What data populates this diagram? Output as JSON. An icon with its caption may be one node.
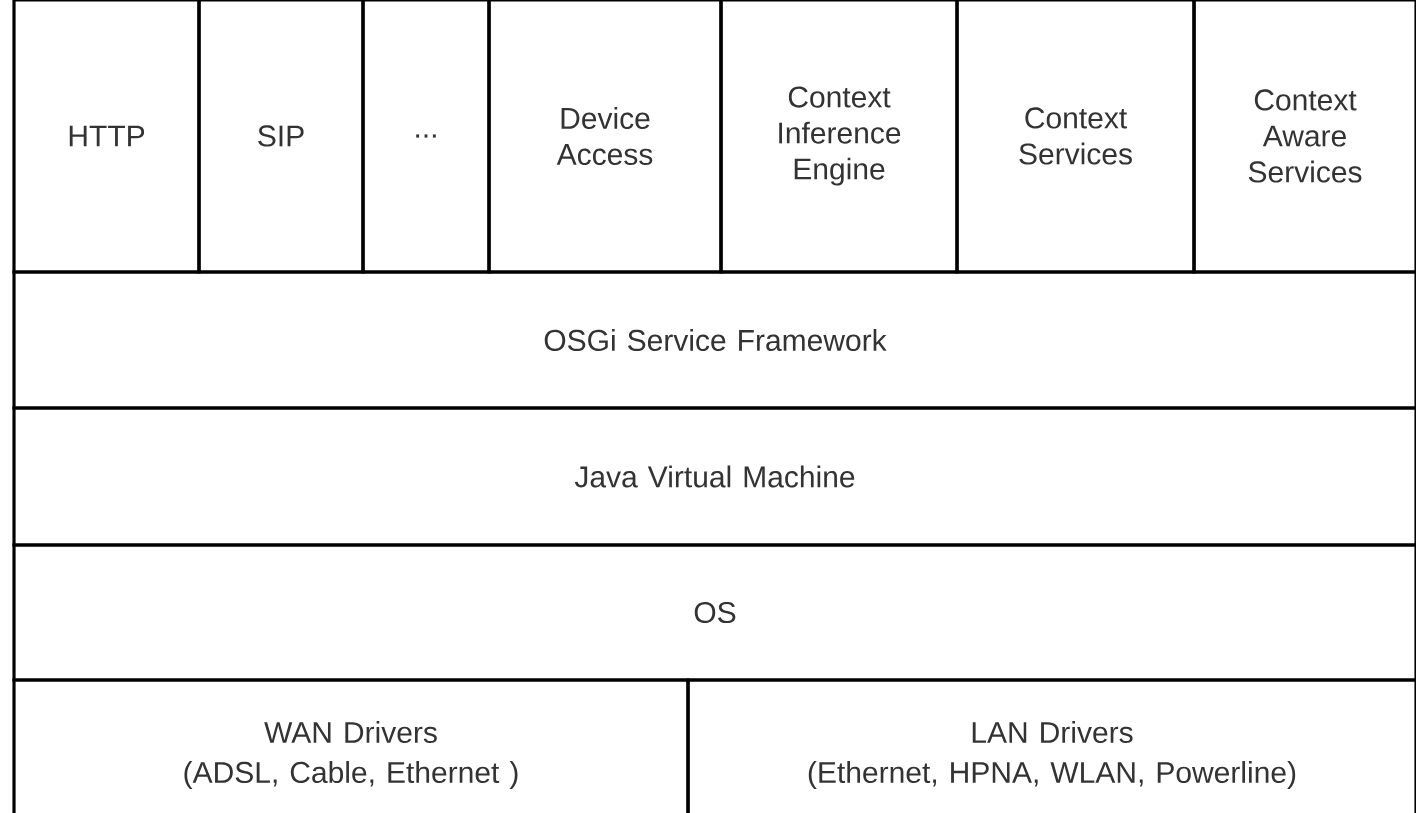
{
  "diagram": {
    "nodes": [
      {
        "text": [
          "HTTP"
        ]
      },
      {
        "text": [
          "SIP"
        ]
      },
      {
        "text": [
          "..."
        ]
      },
      {
        "text": [
          "Device Access"
        ]
      },
      {
        "text": [
          "Context Inference Engine"
        ]
      },
      {
        "text": [
          "Context Services"
        ]
      },
      {
        "text": [
          "Context Aware Services"
        ]
      },
      {
        "text": [
          "OSGi Service Framework"
        ]
      },
      {
        "text": [
          "Java Virtual Machine"
        ]
      },
      {
        "text": [
          "OS"
        ]
      },
      {
        "text": [
          "WAN Drivers",
          "(ADSL, Cable, Ethernet )"
        ]
      },
      {
        "text": [
          "LAN Drivers",
          "(Ethernet, HPNA, WLAN, Powerline)"
        ]
      }
    ]
  }
}
